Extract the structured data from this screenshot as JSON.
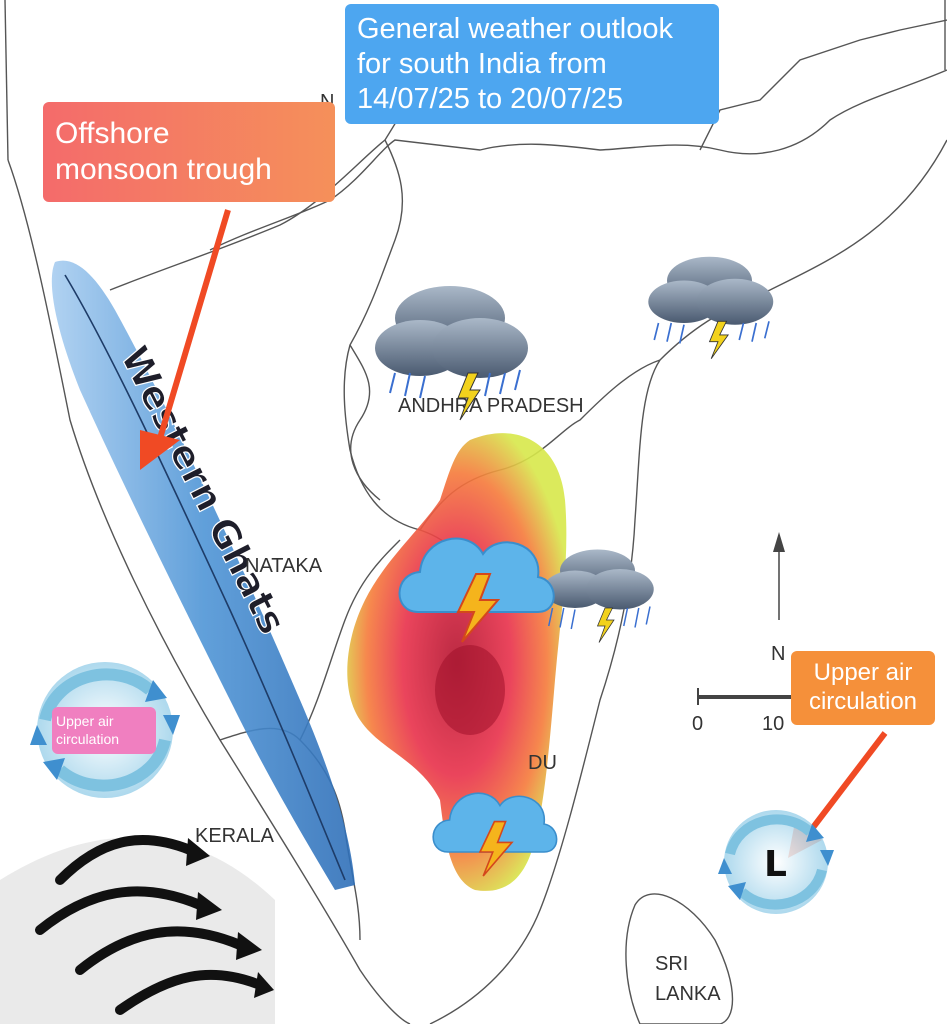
{
  "title": {
    "line1": "General weather outlook",
    "line2": "for south India from",
    "line3": "14/07/25 to 20/07/25"
  },
  "annotations": {
    "trough_line1": "Offshore",
    "trough_line2": "monsoon trough",
    "uac_right_line1": "Upper air",
    "uac_right_line2": "circulation",
    "uac_left_line1": "Upper air",
    "uac_left_line2": "circulation",
    "western_ghats": "Western Ghats",
    "low_marker": "L"
  },
  "map_labels": {
    "andhra": "ANDHRA PRADESH",
    "karnataka": "NATAKA",
    "tamil_nadu": "DU",
    "kerala": "KERALA",
    "sri_lanka_line1": "SRI",
    "sri_lanka_line2": "LANKA",
    "top_fragment": "N",
    "north": "N",
    "scale_zero": "0",
    "scale_end": "10"
  },
  "icons": {
    "storm": "rain-thunder-cloud-icon",
    "thunder": "thunderstorm-cloud-icon",
    "circulation": "cyclonic-circulation-icon",
    "wind": "wind-arrows-icon"
  },
  "colors": {
    "title_bg": "#4da6f0",
    "trough_bg": "#f46b6b",
    "uac_right_bg": "#f5903a",
    "uac_left_bg": "#f07fc0",
    "arrow": "#f04a24",
    "ghats_blue": "#4f95d6",
    "rain_red": "#e8304a"
  }
}
